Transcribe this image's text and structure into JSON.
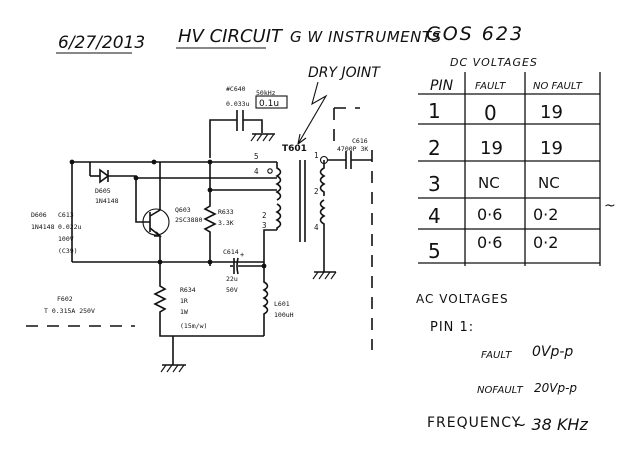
{
  "header": {
    "date": "6/27/2013",
    "title": "HV CIRCUIT",
    "maker": "G W INSTRUMENTS",
    "model": "GOS 623"
  },
  "schematic": {
    "dry_joint_label": "DRY JOINT",
    "labels": {
      "c640_ref": "#C640",
      "c640_value": "0.033u",
      "c640_freq": "50kHz",
      "c640_new": "0.1u",
      "t601": "T601",
      "c616_ref": "C616",
      "c616_value": "4700P 3K",
      "d605_ref": "D605",
      "d605_part": "1N4148",
      "d606_ref": "D606",
      "d606_part": "1N4148",
      "c613_ref": "C613",
      "c613_value": "0.022u",
      "c613_volt": "100V",
      "c613_note": "(C39)",
      "q603_ref": "Q603",
      "q603_part": "2SC3880",
      "r633_ref": "R633",
      "r633_value": "3.3K",
      "c614_ref": "C614",
      "c614_value": "22u",
      "c614_volt": "50V",
      "r634_ref": "R634",
      "r634_value": "1R",
      "r634_watt": "1W",
      "r634_note": "(15m/w)",
      "l601_ref": "L601",
      "l601_value": "100uH",
      "f602_ref": "F602",
      "f602_value": "T  0.315A  250V",
      "pins": [
        "5",
        "4",
        "2",
        "3",
        "1",
        "2",
        "4"
      ]
    }
  },
  "dc_table": {
    "title": "DC VOLTAGES",
    "headers": [
      "PIN",
      "FAULT",
      "NO FAULT"
    ],
    "rows": [
      {
        "pin": "1",
        "fault": "0",
        "nofault": "19"
      },
      {
        "pin": "2",
        "fault": "19",
        "nofault": "19"
      },
      {
        "pin": "3",
        "fault": "NC",
        "nofault": "NC"
      },
      {
        "pin": "4",
        "fault": "0·6",
        "nofault": "0·2"
      },
      {
        "pin": "5",
        "fault": "0·6",
        "nofault": "0·2"
      }
    ],
    "margin_mark": "~"
  },
  "ac_section": {
    "title": "AC VOLTAGES",
    "pin_label": "PIN 1:",
    "fault_label": "FAULT",
    "fault_value": "0Vp-p",
    "nofault_label": "NOFAULT",
    "nofault_value": "20Vp-p",
    "frequency_label": "FREQUENCY",
    "frequency_value": "~ 38 KHz"
  }
}
